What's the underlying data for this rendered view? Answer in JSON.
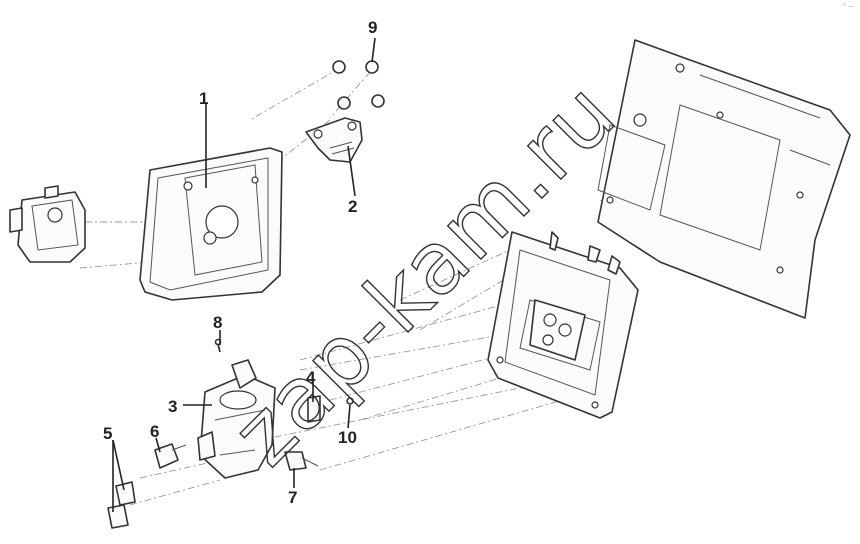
{
  "diagram": {
    "watermark": "zap-kam.ru",
    "corner_mark": "° —",
    "callouts": [
      {
        "id": "1",
        "label": "1"
      },
      {
        "id": "2",
        "label": "2"
      },
      {
        "id": "3",
        "label": "3"
      },
      {
        "id": "4",
        "label": "4"
      },
      {
        "id": "5",
        "label": "5"
      },
      {
        "id": "6",
        "label": "6"
      },
      {
        "id": "7",
        "label": "7"
      },
      {
        "id": "8",
        "label": "8"
      },
      {
        "id": "9",
        "label": "9"
      },
      {
        "id": "10",
        "label": "10"
      }
    ],
    "colors": {
      "line": "#333333",
      "dash": "#999999",
      "background": "#ffffff"
    }
  }
}
